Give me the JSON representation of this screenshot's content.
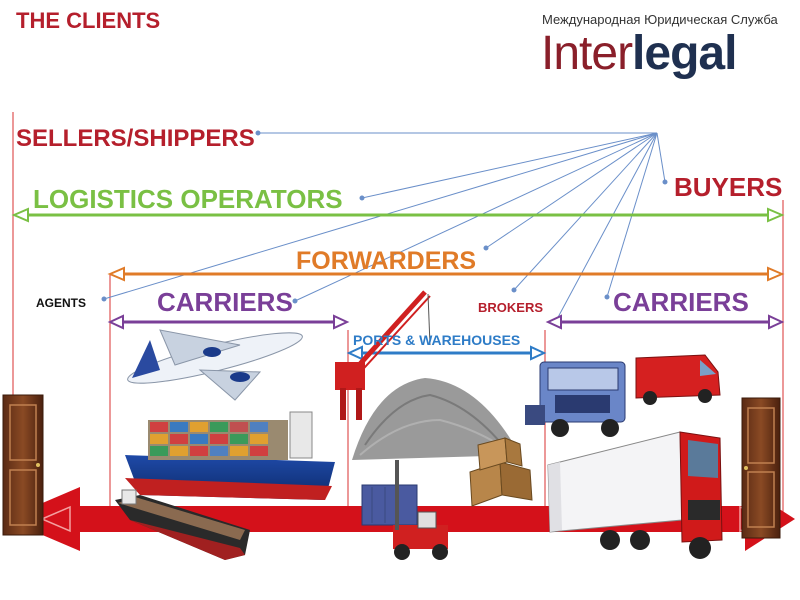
{
  "title": "THE CLIENTS",
  "brand": {
    "tagline": "Международная Юридическая Служба",
    "name_part1": "Inter",
    "name_part2": "legal"
  },
  "labels": {
    "sellers": "SELLERS/SHIPPERS",
    "buyers": "BUYERS",
    "logistics": "LOGISTICS OPERATORS",
    "forwarders": "FORWARDERS",
    "agents": "AGENTS",
    "carriers_left": "CARRIERS",
    "brokers": "BROKERS",
    "carriers_right": "CARRIERS",
    "ports": "PORTS & WAREHOUSES"
  },
  "colors": {
    "red": "#b51f2c",
    "green": "#7ac044",
    "orange": "#e07b28",
    "purple": "#7a3f98",
    "blue": "#2e7cc7",
    "connector": "#6a8fc9"
  },
  "illustrations": [
    "airplane",
    "container-ship",
    "tanker-ship",
    "crane",
    "gravel-pile",
    "forklift",
    "crates",
    "truck-blue",
    "van-red",
    "truck-red",
    "door-left",
    "door-right",
    "big-red-arrow"
  ]
}
